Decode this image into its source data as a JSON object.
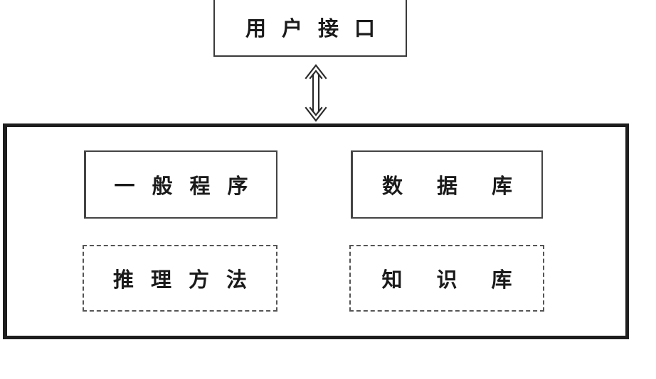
{
  "diagram": {
    "user_interface": "用户接口",
    "general_program": "一般程序",
    "database": "数据库",
    "inference_method": "推理方法",
    "knowledge_base": "知识库"
  },
  "colors": {
    "border": "#1e1e1e",
    "text": "#1a1a1a"
  },
  "icons": {
    "connector": "double-headed-vertical-arrow"
  }
}
